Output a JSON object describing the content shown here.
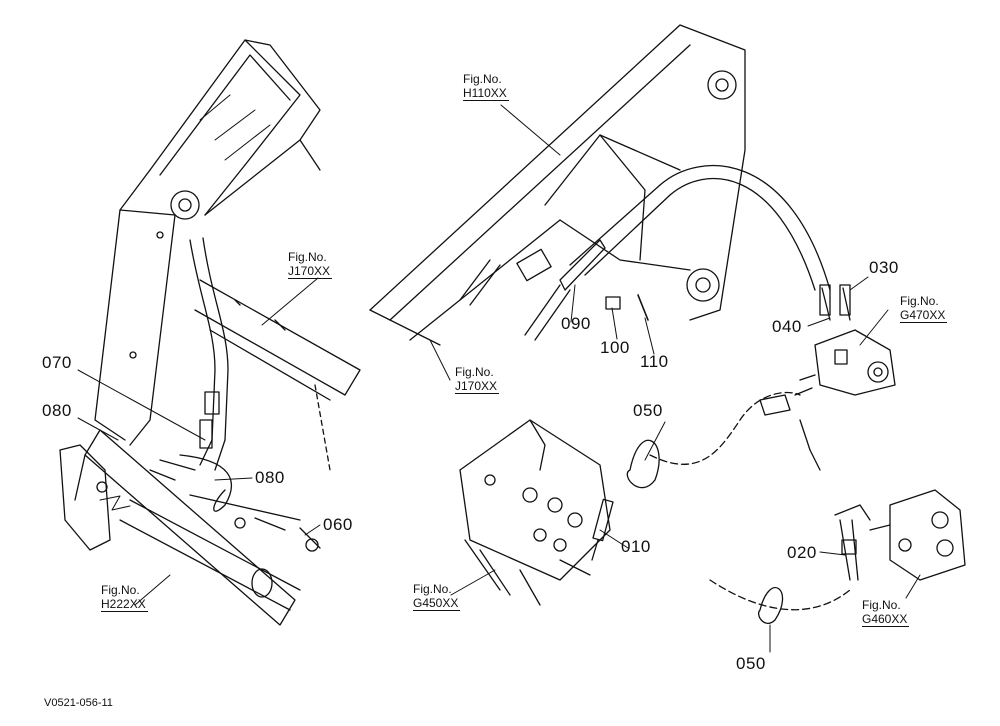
{
  "parts": [
    {
      "id": "p010",
      "label": "010"
    },
    {
      "id": "p020",
      "label": "020"
    },
    {
      "id": "p030",
      "label": "030"
    },
    {
      "id": "p040",
      "label": "040"
    },
    {
      "id": "p050a",
      "label": "050"
    },
    {
      "id": "p050b",
      "label": "050"
    },
    {
      "id": "p060",
      "label": "060"
    },
    {
      "id": "p070",
      "label": "070"
    },
    {
      "id": "p080a",
      "label": "080"
    },
    {
      "id": "p080b",
      "label": "080"
    },
    {
      "id": "p090",
      "label": "090"
    },
    {
      "id": "p100",
      "label": "100"
    },
    {
      "id": "p110",
      "label": "110"
    }
  ],
  "figure_refs": [
    {
      "prefix": "Fig.No.",
      "code": "H110XX"
    },
    {
      "prefix": "Fig.No.",
      "code": "J170XX"
    },
    {
      "prefix": "Fig.No.",
      "code": "J170XX"
    },
    {
      "prefix": "Fig.No.",
      "code": "G470XX"
    },
    {
      "prefix": "Fig.No.",
      "code": "H222XX"
    },
    {
      "prefix": "Fig.No.",
      "code": "G450XX"
    },
    {
      "prefix": "Fig.No.",
      "code": "G460XX"
    }
  ],
  "footer": {
    "drawing_id": "V0521-056-11"
  }
}
